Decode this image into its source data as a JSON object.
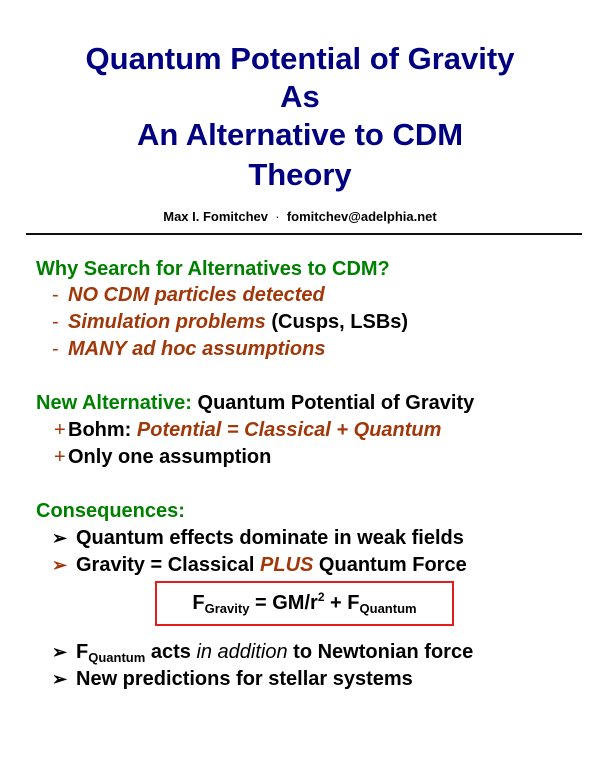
{
  "title": {
    "lines": [
      "Quantum Potential of Gravity",
      "As",
      "An Alternative to CDM",
      "Theory"
    ],
    "color": "#000080"
  },
  "author": {
    "name": "Max I. Fomitchev",
    "separator": "·",
    "email": "fomitchev@adelphia.net"
  },
  "section_why": {
    "heading": "Why Search for Alternatives to CDM?",
    "bullets": [
      {
        "marker": "-",
        "italic": "NO CDM particles detected",
        "plain": ""
      },
      {
        "marker": "-",
        "italic": "Simulation problems",
        "plain": "(Cusps, LSBs)"
      },
      {
        "marker": "-",
        "italic": "MANY ad hoc assumptions",
        "plain": ""
      }
    ]
  },
  "section_new": {
    "heading": "New Alternative:",
    "heading_rest": "Quantum Potential of Gravity",
    "bullets": [
      {
        "marker": "+",
        "plain": "Bohm:",
        "italic": "Potential = Classical + Quantum"
      },
      {
        "marker": "+",
        "plain": "Only one assumption",
        "italic": ""
      }
    ]
  },
  "section_consequences": {
    "heading": "Consequences:",
    "bullets": [
      {
        "marker": "➢",
        "text": "Quantum effects dominate in weak fields"
      },
      {
        "marker": "➢",
        "pre": "Gravity = Classical",
        "italic": "PLUS",
        "post": "Quantum Force"
      }
    ],
    "formula": {
      "F": "F",
      "sub1": "Gravity",
      "mid": " = GM/r",
      "sup": "2",
      "plus": " + F",
      "sub2": "Quantum"
    },
    "bullets_after": [
      {
        "marker": "➢",
        "F": "F",
        "sub": "Quantum",
        "mid": " acts ",
        "italic": "in addition",
        "post": " to Newtonian force"
      },
      {
        "marker": "➢",
        "text": "New predictions for stellar systems"
      }
    ]
  },
  "colors": {
    "title": "#000080",
    "heading": "#008000",
    "accent": "#a0380a",
    "formula_border": "#e21d1d"
  }
}
